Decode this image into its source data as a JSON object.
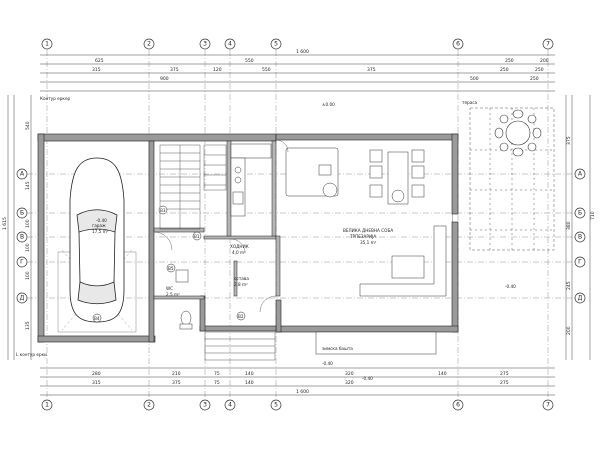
{
  "axes": {
    "columns": [
      "1",
      "2",
      "3",
      "4",
      "5",
      "6",
      "7"
    ],
    "rows": [
      "А",
      "Б",
      "В",
      "Г",
      "Д"
    ]
  },
  "dimensions": {
    "top_overall": "1 600",
    "top_row1": [
      "625",
      "550",
      "250",
      "200"
    ],
    "top_row2": [
      "315",
      "375",
      "120",
      "550",
      "375",
      "250",
      "250"
    ],
    "top_row3": [
      "900",
      "500",
      "250"
    ],
    "bottom_overall": "1 600",
    "bottom_row1": [
      "280",
      "210",
      "75",
      "140",
      "320",
      "140",
      "275"
    ],
    "bottom_row2": [
      "315",
      "375",
      "75",
      "140",
      "320",
      "275"
    ],
    "left_total": "1 615",
    "right_total": "710",
    "left_parts": [
      "540",
      "145",
      "100",
      "100",
      "100",
      "135"
    ],
    "right_parts": [
      "375",
      "380",
      "245",
      "200"
    ]
  },
  "rooms": {
    "garage": {
      "name": "гараж",
      "area": "17,5 m²"
    },
    "living": {
      "name": "ВЕЛИКА ДНЕВНА СОБА",
      "subtitle": "ТРПЕЗАРИЈА",
      "area": "35,1 m²"
    },
    "hall": {
      "name": "ХОДНИК",
      "area": "4,0 m²"
    },
    "storage": {
      "name": "остава",
      "area": "2,8 m²"
    },
    "wc": {
      "name": "WC",
      "area": "2,5 m²"
    },
    "terrace": {
      "name": "тераса",
      "area": ""
    },
    "wintergarden": {
      "name": "зимска башта",
      "area": ""
    }
  },
  "labels": {
    "outline_top": "Контур еркер",
    "outline_bottom": "L контур ерки",
    "elevation_garage": "-0.40",
    "elevation_main": "±0.00",
    "elevation_terrace": "-0.40",
    "elevation_front": "-0.40",
    "level_top": "-0.40",
    "door_codes": [
      "B1",
      "B2",
      "B3",
      "B4",
      "B5"
    ]
  }
}
